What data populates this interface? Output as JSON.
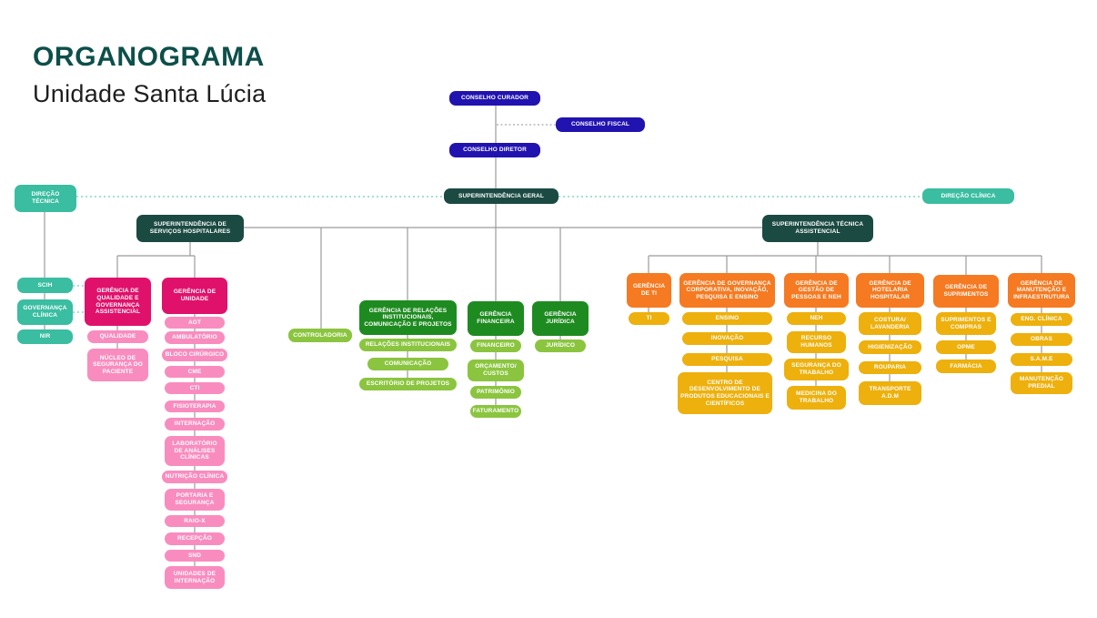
{
  "title": "ORGANOGRAMA",
  "subtitle": "Unidade Santa Lúcia",
  "palette": {
    "navy": "#2113b0",
    "dark_teal": "#1b4a43",
    "teal": "#3abda1",
    "magenta": "#e0116b",
    "light_pink": "#f98cbf",
    "dark_green": "#1e8b20",
    "light_green": "#8bc53f",
    "orange": "#f57a21",
    "gold": "#edb00d",
    "connector_gray": "#9b9b9b",
    "title_color": "#0d4f49"
  },
  "governance": {
    "conselho_curador": "CONSELHO CURADOR",
    "conselho_fiscal": "CONSELHO FISCAL",
    "conselho_diretor": "CONSELHO DIRETOR",
    "superintendencia_geral": "SUPERINTENDÊNCIA GERAL",
    "direcao_tecnica": "DIREÇÃO TÉCNICA",
    "direcao_clinica": "DIREÇÃO CLÍNICA"
  },
  "hospitalares": {
    "header": "SUPERINTENDÊNCIA DE SERVIÇOS HOSPITALARES",
    "scih": "SCIH",
    "governanca_clinica": "GOVERNANÇA CLÍNICA",
    "nir": "NIR",
    "ger_qualidade": "GERÊNCIA DE QUALIDADE E GOVERNANÇA ASSISTENCIAL",
    "qualidade": "QUALIDADE",
    "nucleo_seguranca": "NÚCLEO DE SEGURANÇA DO PACIENTE",
    "ger_unidade": "GERÊNCIA DE UNIDADE",
    "agt": "AGT",
    "ambulatorio": "AMBULATÓRIO",
    "bloco_cirurgico": "BLOCO CIRÚRGICO",
    "cme": "CME",
    "cti": "CTI",
    "fisioterapia": "FISIOTERAPIA",
    "internacao": "INTERNAÇÃO",
    "laboratorio": "LABORATÓRIO DE ANÁLISES CLÍNICAS",
    "nutricao_clinica": "NUTRIÇÃO CLÍNICA",
    "portaria_seguranca": "PORTARIA E SEGURANÇA",
    "raio_x": "RAIO-X",
    "recepcao": "RECEPÇÃO",
    "snd": "SND",
    "unidades_internacao": "UNIDADES DE INTERNAÇÃO"
  },
  "geral": {
    "controladoria": "CONTROLADORIA",
    "ger_relacoes": "GERÊNCIA DE RELAÇÕES INSTITUCIONAIS, COMUNICAÇÃO E PROJETOS",
    "relacoes_institucionais": "RELAÇÕES INSTITUCIONAIS",
    "comunicacao": "COMUNICAÇÃO",
    "escritorio_projetos": "ESCRITÓRIO DE PROJETOS",
    "ger_financeira": "GERÊNCIA FINANCEIRA",
    "financeiro": "FINANCEIRO",
    "orcamento_custos": "ORÇAMENTO/ CUSTOS",
    "patrimonio": "PATRIMÔNIO",
    "faturamento": "FATURAMENTO",
    "ger_juridica": "GERÊNCIA JURÍDICA",
    "juridico": "JURÍDICO"
  },
  "assistencial": {
    "header": "SUPERINTENDÊNCIA TÉCNICA ASSISTENCIAL",
    "ger_ti": "GERÊNCIA DE TI",
    "ti": "TI",
    "ger_governanca": "GERÊNCIA DE GOVERNANÇA CORPORATIVA, INOVAÇÃO, PESQUISA E ENSINO",
    "ensino": "ENSINO",
    "inovacao": "INOVAÇÃO",
    "pesquisa": "PESQUISA",
    "centro_desenvolvimento": "CENTRO DE DESENVOLVIMENTO DE PRODUTOS EDUCACIONAIS E CIENTÍFICOS",
    "ger_gestao": "GERÊNCIA DE GESTÃO DE PESSOAS E NEH",
    "neh": "NEH",
    "recurso_humanos": "RECURSO HUMANOS",
    "seguranca_trabalho": "SEGURANÇA DO TRABALHO",
    "medicina_trabalho": "MEDICINA DO TRABALHO",
    "ger_hotelaria": "GERÊNCIA DE HOTELARIA HOSPITALAR",
    "costura_lavanderia": "COSTURA/ LAVANDERIA",
    "higienizacao": "HIGIENIZAÇÃO",
    "rouparia": "ROUPARIA",
    "transporte_adm": "TRANSPORTE A.D.M",
    "ger_suprimentos": "GERÊNCIA DE SUPRIMENTOS",
    "suprimentos_compras": "SUPRIMENTOS E COMPRAS",
    "opme": "OPME",
    "farmacia": "FARMÁCIA",
    "ger_manutencao": "GERÊNCIA DE MANUTENÇÃO E INFRAESTRUTURA",
    "eng_clinica": "ENG. CLÍNICA",
    "obras": "OBRAS",
    "same": "S.A.M.E",
    "manutencao_predial": "MANUTENÇÃO PREDIAL"
  }
}
